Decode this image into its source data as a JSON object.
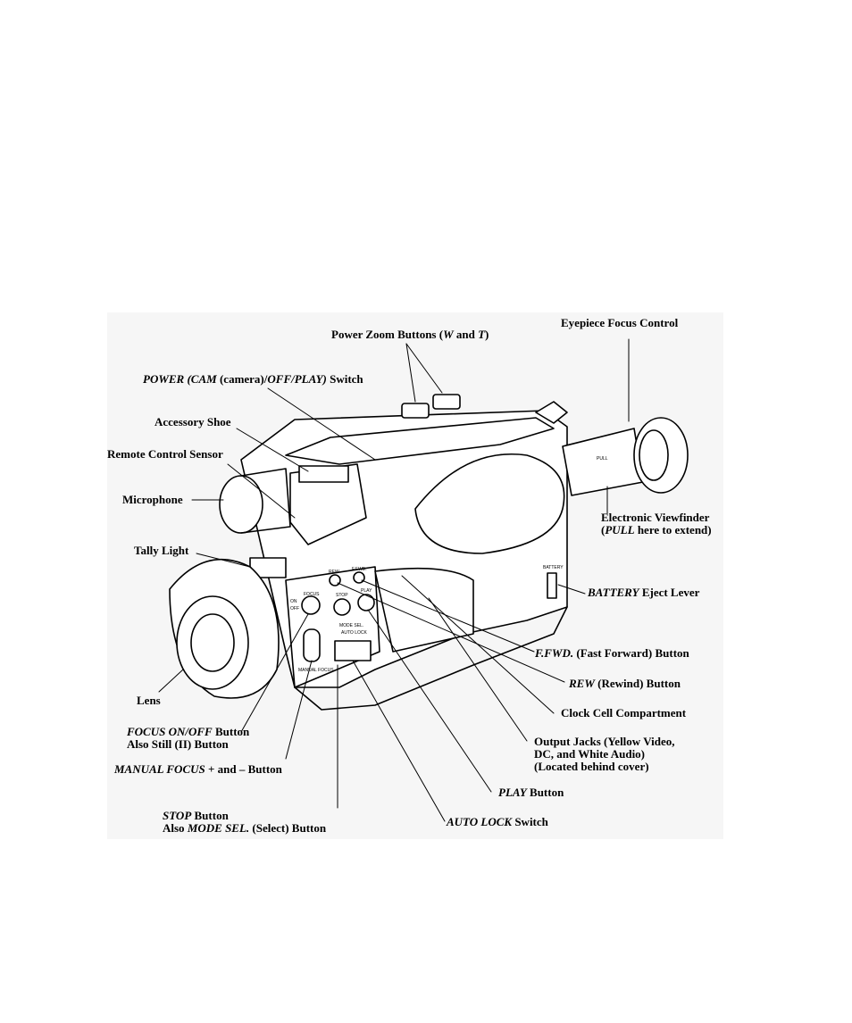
{
  "callouts": {
    "power_zoom": {
      "pre": "Power Zoom Buttons (",
      "w": "W",
      "mid": " and ",
      "t": "T",
      "post": ")"
    },
    "eyepiece": "Eyepiece Focus Control",
    "power_switch": {
      "a": "POWER (CAM",
      "b": " (camera)/",
      "c": "OFF/PLAY)",
      "d": " Switch"
    },
    "accessory_shoe": "Accessory Shoe",
    "remote_sensor": "Remote Control Sensor",
    "microphone": "Microphone",
    "tally_light": "Tally Light",
    "lens": "Lens",
    "viewfinder": {
      "line1": "Electronic Viewfinder",
      "open": "(",
      "pull": "PULL",
      "rest": " here to extend)"
    },
    "battery": {
      "it": "BATTERY",
      "rest": " Eject Lever"
    },
    "ffwd": {
      "it": "F.FWD.",
      "rest": " (Fast Forward) Button"
    },
    "rew": {
      "it": "REW",
      "rest": " (Rewind) Button"
    },
    "clock": "Clock Cell Compartment",
    "output": {
      "l1": "Output Jacks (Yellow Video,",
      "l2": "DC, and White Audio)",
      "l3": "(Located behind cover)"
    },
    "play": {
      "it": "PLAY",
      "rest": " Button"
    },
    "autolock": {
      "it": "AUTO LOCK",
      "rest": " Switch"
    },
    "focus": {
      "it": "FOCUS ON/OFF",
      "rest": " Button",
      "l2": "Also Still (II) Button"
    },
    "manual": {
      "it": "MANUAL FOCUS",
      "rest": " + and – Button"
    },
    "stop": {
      "it": "STOP",
      "rest": " Button",
      "l2a": "Also ",
      "l2it": "MODE SEL.",
      "l2b": " (Select) Button"
    }
  },
  "device_labels": {
    "focus": "FOCUS",
    "on": "ON",
    "off": "OFF",
    "rew": "REW",
    "ffwd": "F.FWD.",
    "stop": "STOP",
    "play": "PLAY",
    "mode_sel": "MODE SEL.",
    "auto_lock": "AUTO LOCK",
    "manual_focus": "MANUAL FOCUS",
    "battery": "BATTERY",
    "pull": "PULL"
  }
}
